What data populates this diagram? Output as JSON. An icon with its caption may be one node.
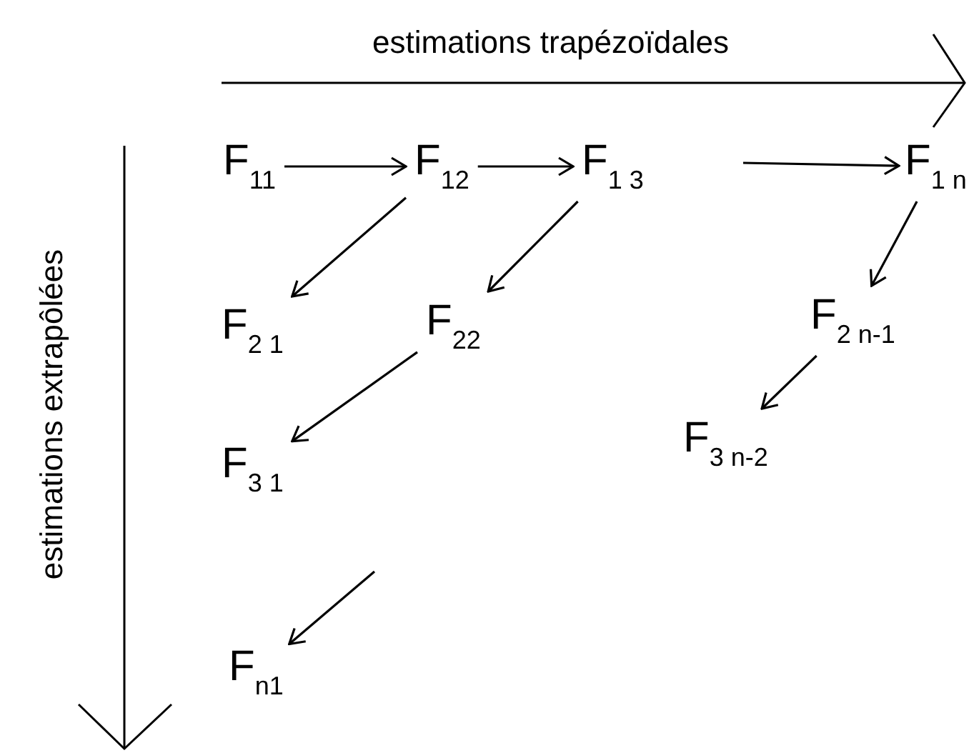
{
  "diagram": {
    "nodes": [
      {
        "text": [
          "F$_{11}$"
        ]
      },
      {
        "text": [
          "F$_{12}$"
        ]
      },
      {
        "text": [
          "F$_{1 3}$"
        ]
      },
      {
        "text": [
          "F$_{1 n}$"
        ]
      },
      {
        "text": [
          "F$_{2 1}$"
        ]
      },
      {
        "text": [
          "F$_{22}$"
        ]
      },
      {
        "text": [
          "F$_{2 n-1}$"
        ]
      },
      {
        "text": [
          "F$_{3 1}$"
        ]
      },
      {
        "text": [
          "F$_{3 n-2}$"
        ]
      },
      {
        "text": [
          "F$_{n1}$"
        ]
      }
    ],
    "edges": [
      {
        "from": 0,
        "to": 1,
        "arrow": "to"
      },
      {
        "from": 1,
        "to": 2,
        "arrow": "to"
      },
      {
        "from": null,
        "to": 3,
        "arrow": "to"
      },
      {
        "from": 1,
        "to": 4,
        "arrow": "to"
      },
      {
        "from": 2,
        "to": 5,
        "arrow": "to"
      },
      {
        "from": 3,
        "to": 6,
        "arrow": "to"
      },
      {
        "from": 5,
        "to": 7,
        "arrow": "to"
      },
      {
        "from": 6,
        "to": 8,
        "arrow": "to"
      },
      {
        "from": null,
        "to": 9,
        "arrow": "to"
      }
    ],
    "labels": [
      "estimations trapézoïdales",
      "estimations extrapôlées"
    ]
  }
}
